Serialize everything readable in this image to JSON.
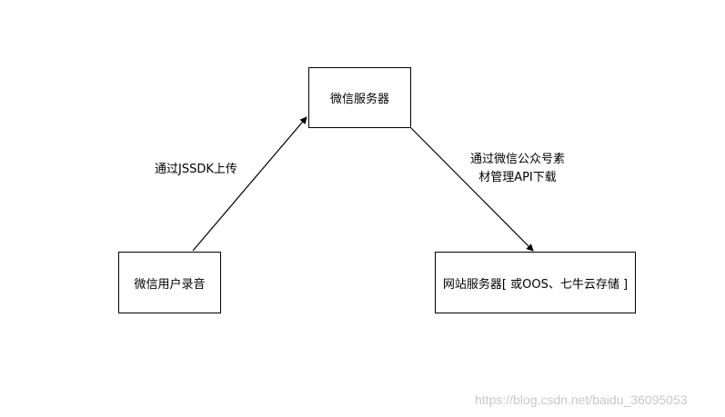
{
  "nodes": {
    "wechat_server": "微信服务器",
    "user_recording": "微信用户录音",
    "website_server": "网站服务器[ 或OOS、七牛云存储 ]"
  },
  "edges": {
    "upload_label": "通过JSSDK上传",
    "download_label_line1": "通过微信公众号素",
    "download_label_line2": "材管理API下载"
  },
  "watermark": "https://blog.csdn.net/baidu_36095053"
}
